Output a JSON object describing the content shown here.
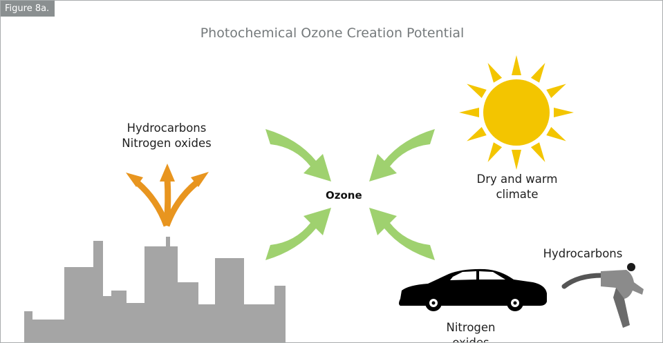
{
  "figure_label": "Figure 8a.",
  "title": "Photochemical Ozone Creation Potential",
  "labels": {
    "city_emissions_line1": "Hydrocarbons",
    "city_emissions_line2": "Nitrogen oxides",
    "center": "Ozone",
    "sun_line1": "Dry and warm",
    "sun_line2": "climate",
    "fuel": "Hydrocarbons",
    "car": "Nitrogen oxides"
  },
  "colors": {
    "frame_border": "#a8acad",
    "figure_label_bg": "#8a8f90",
    "title_text": "#757a7c",
    "orange_arrows": "#e8951f",
    "green_arrows": "#9fd16f",
    "sun": "#f3c500",
    "city": "#a5a5a5",
    "car": "#000000",
    "nozzle": "#8b8b8b"
  },
  "icons": [
    "orange-emission-arrows-icon",
    "green-arrow-icon",
    "sun-icon",
    "car-icon",
    "fuel-nozzle-icon",
    "city-skyline-icon"
  ]
}
